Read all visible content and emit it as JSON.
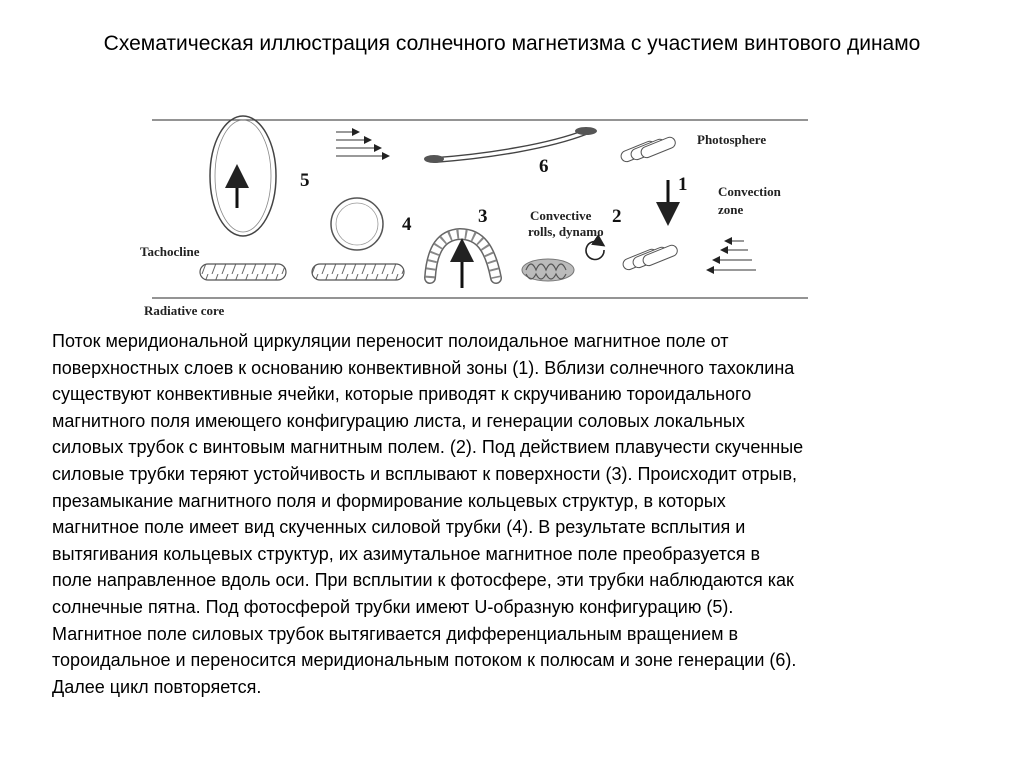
{
  "title": "Схематическая иллюстрация солнечного магнетизма с участием винтового динамо",
  "diagram": {
    "labels": {
      "photosphere": "Photosphere",
      "convection_zone_line1": "Convection",
      "convection_zone_line2": "zone",
      "tachocline": "Tachocline",
      "radiative_core": "Radiative core",
      "convective_rolls_line1": "Convective",
      "convective_rolls_line2": "rolls, dynamo"
    },
    "steps": [
      "1",
      "2",
      "3",
      "4",
      "5",
      "6"
    ]
  },
  "body_lines": [
    "Поток меридиональной циркуляции переносит полоидальное магнитное поле от",
    "поверхностных слоев к основанию конвективной зоны  (1).  Вблизи солнечного тахоклина",
    "существуют конвективные ячейки, которые приводят к скручиванию тороидального",
    "магнитного поля имеющего конфигурацию листа,  и  генерации  соловых локальных",
    "силовых трубок  с винтовым магнитным полем. (2). Под действием плавучести скученные",
    "силовые трубки  теряют устойчивость и  всплывают к поверхности (3).  Происходит отрыв,",
    "презамыкание магнитного поля  и формирование кольцевых  структур,  в которых",
    "магнитное поле имеет вид скученных силовой трубки  (4).  В результате всплытия и",
    "вытягивания  кольцевых структур, их азимутальное магнитное поле  преобразуется в",
    "поле направленное вдоль оси.   При всплытии к фотосфере, эти трубки наблюдаются как",
    "солнечные пятна.  Под  фотосферой трубки имеют U-образную конфигурацию (5).",
    "Магнитное поле  силовых трубок вытягивается   дифференциальным вращением  в",
    "тороидальное и переносится  меридиональным потоком к полюсам  и зоне генерации (6).",
    "Далее цикл повторяется."
  ]
}
